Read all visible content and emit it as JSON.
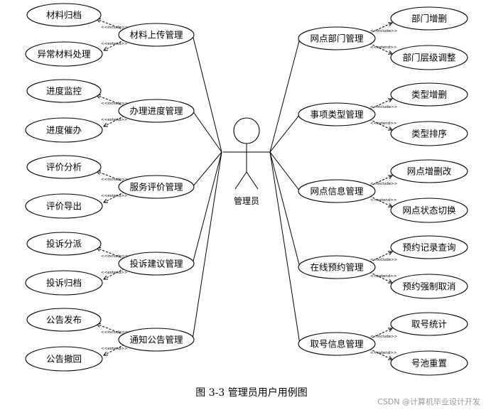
{
  "actor": {
    "label": "管理员"
  },
  "stereotypes": {
    "include": "<<include>>",
    "extend": "<<extend>>"
  },
  "left_groups": [
    {
      "main": "材料上传管理",
      "inc": "材料归档",
      "ext": "异常材料处理"
    },
    {
      "main": "办理进度管理",
      "inc": "进度监控",
      "ext": "进度催办"
    },
    {
      "main": "服务评价管理",
      "inc": "评价分析",
      "ext": "评价导出"
    },
    {
      "main": "投诉建议管理",
      "inc": "投诉分派",
      "ext": "投诉归档"
    },
    {
      "main": "通知公告管理",
      "inc": "公告发布",
      "ext": "公告撤回"
    }
  ],
  "right_groups": [
    {
      "main": "网点部门管理",
      "inc": "部门增删",
      "ext": "部门层级调整"
    },
    {
      "main": "事项类型管理",
      "inc": "类型增删",
      "ext": "类型排序"
    },
    {
      "main": "网点信息管理",
      "inc": "网点增删改",
      "ext": "网点状态切换"
    },
    {
      "main": "在线预约管理",
      "inc": "预约记录查询",
      "ext": "预约强制取消"
    },
    {
      "main": "取号信息管理",
      "inc": "取号统计",
      "ext": "号池重置"
    }
  ],
  "caption": "图 3-3 管理员用户用例图",
  "watermark": "CSDN @计算机毕业设计开发"
}
